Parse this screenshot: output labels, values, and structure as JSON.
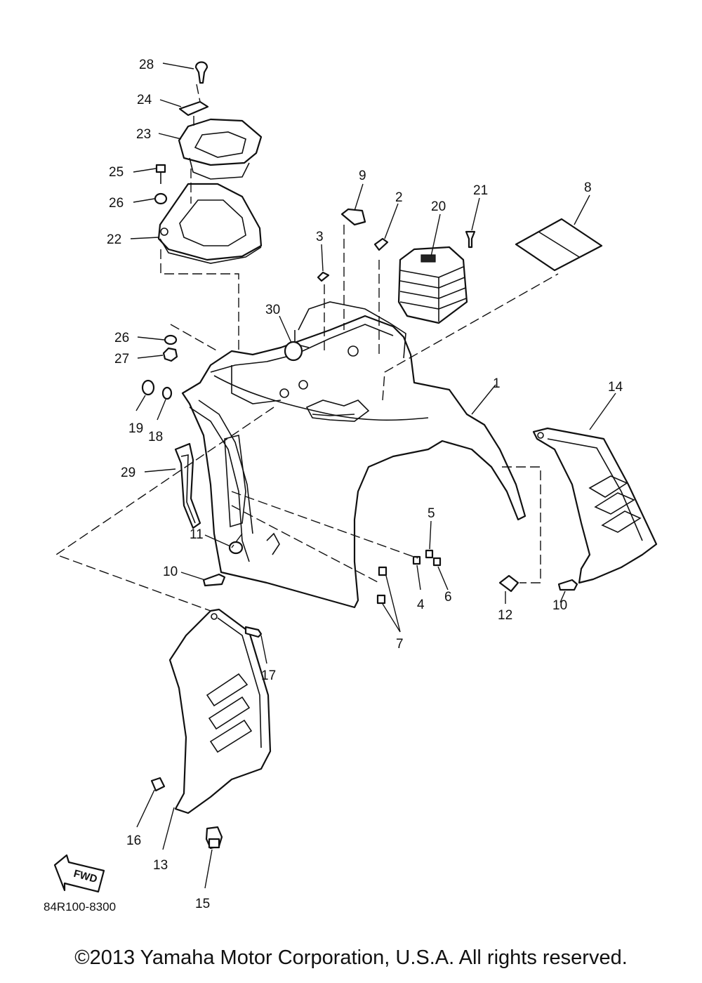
{
  "diagram": {
    "code": "84R100-8300",
    "fwd_label": "FWD",
    "copyright": "©2013 Yamaha Motor Corporation, U.S.A. All rights reserved.",
    "callouts": {
      "c28": "28",
      "c24": "24",
      "c23": "23",
      "c25": "25",
      "c26a": "26",
      "c22": "22",
      "c9": "9",
      "c2": "2",
      "c3": "3",
      "c20": "20",
      "c21": "21",
      "c8": "8",
      "c30": "30",
      "c26b": "26",
      "c27": "27",
      "c19": "19",
      "c18": "18",
      "c1": "1",
      "c14": "14",
      "c29": "29",
      "c5": "5",
      "c11": "11",
      "c10a": "10",
      "c4": "4",
      "c6": "6",
      "c12": "12",
      "c10b": "10",
      "c7": "7",
      "c17": "17",
      "c16": "16",
      "c13": "13",
      "c15": "15"
    }
  }
}
